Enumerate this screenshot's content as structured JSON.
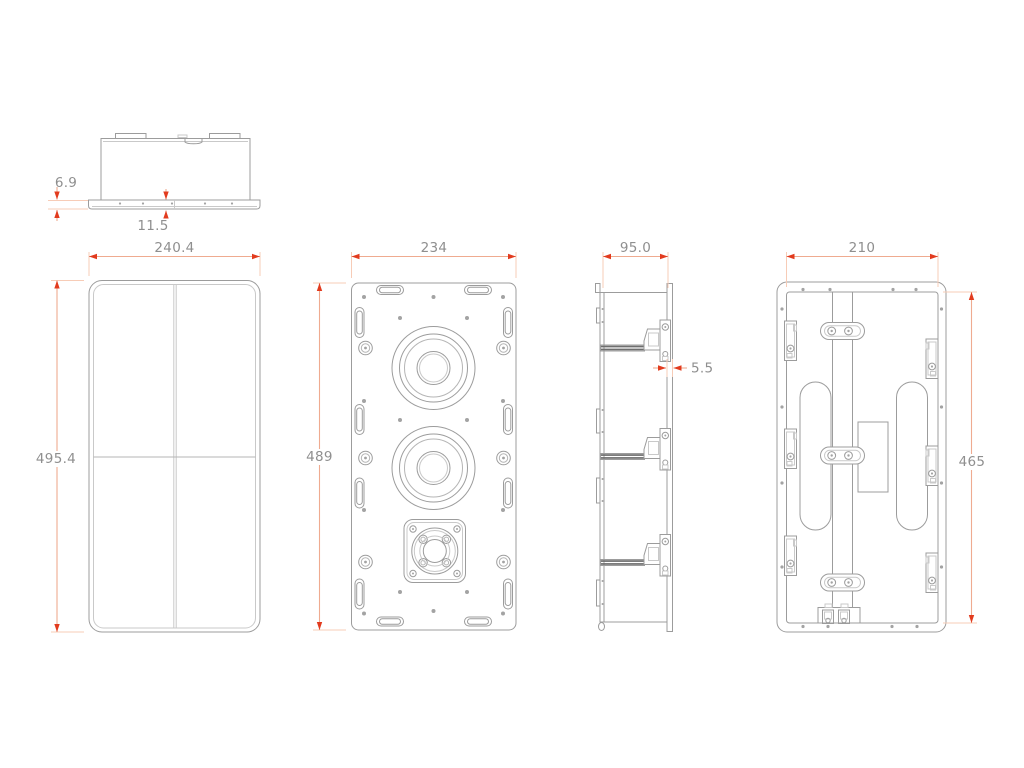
{
  "colors": {
    "background": "#ffffff",
    "drawing_line": "#9c9c9c",
    "drawing_line_light": "#c9c9c9",
    "dimension_line": "#efab90",
    "extension_line": "#f7ccb7",
    "dimension_arrow": "#e23b1e",
    "dimension_text": "#8f8f8f"
  },
  "views": {
    "top": {
      "dims": {
        "flange_thickness": "6.9",
        "flange_inset": "11.5"
      }
    },
    "grille": {
      "dims": {
        "width": "240.4",
        "height": "495.4"
      }
    },
    "front": {
      "dims": {
        "width": "234",
        "height": "489"
      }
    },
    "side": {
      "dims": {
        "depth": "95.0",
        "flange_thickness": "5.5"
      }
    },
    "rear": {
      "dims": {
        "width": "210",
        "height": "465"
      }
    }
  }
}
